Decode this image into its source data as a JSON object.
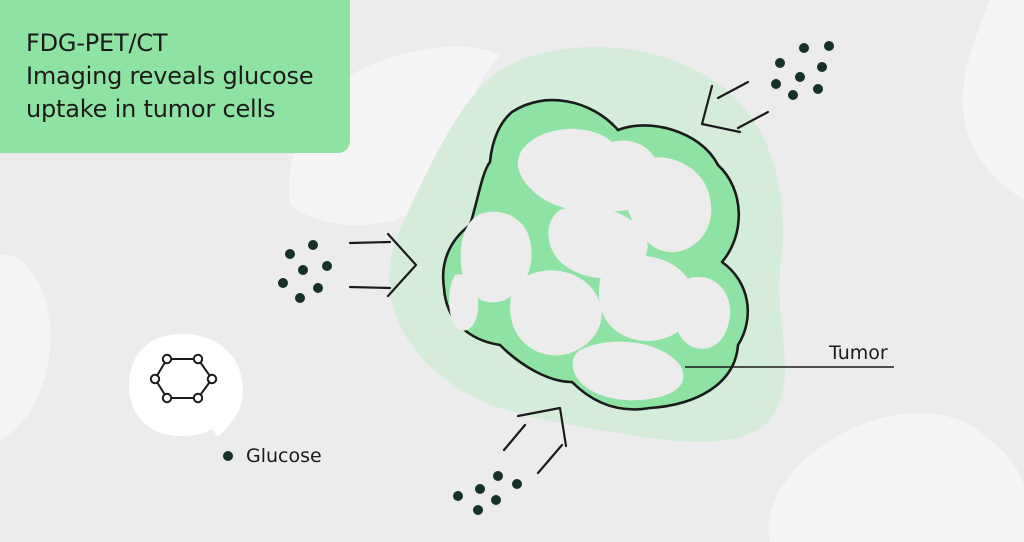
{
  "title": {
    "line1": "FDG-PET/CT",
    "line2": "Imaging reveals glucose",
    "line3": "uptake in tumor cells"
  },
  "labels": {
    "tumor": "Tumor",
    "glucose": "Glucose"
  },
  "icons": {
    "molecule": "hexagon-molecule-icon",
    "glucose_dot": "filled-circle-icon",
    "arrow": "outline-arrow-icon"
  },
  "colors": {
    "background": "#ececec",
    "cloud": "#f5f5f5",
    "title_box": "#8ee3a4",
    "halo": "#d6ecdb",
    "tumor_fill": "#8ee3a4",
    "cell": "#ececec",
    "ink": "#1b1b1b",
    "dot": "#16302a"
  }
}
